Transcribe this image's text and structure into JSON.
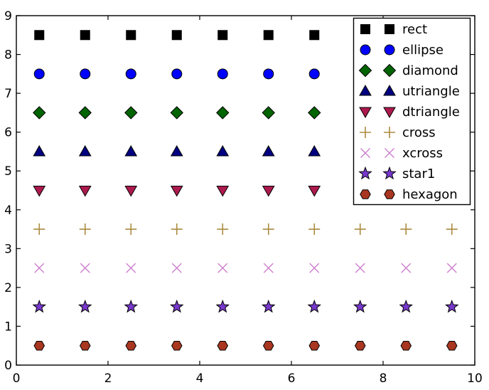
{
  "figure": {
    "background": "#ffffff",
    "frame_color": "#000000"
  },
  "chart_data": {
    "type": "scatter",
    "title": "",
    "xlabel": "",
    "ylabel": "",
    "xlim": [
      0,
      10
    ],
    "ylim": [
      0,
      9
    ],
    "xticks": [
      0,
      2,
      4,
      6,
      8,
      10
    ],
    "yticks": [
      0,
      1,
      2,
      3,
      4,
      5,
      6,
      7,
      8,
      9
    ],
    "grid": false,
    "x": [
      0.5,
      1.5,
      2.5,
      3.5,
      4.5,
      5.5,
      6.5,
      7.5,
      8.5,
      9.5
    ],
    "series": [
      {
        "name": "rect",
        "marker": "square",
        "color": "#000000",
        "edge": "#000000",
        "y": 8.5
      },
      {
        "name": "ellipse",
        "marker": "circle",
        "color": "#0000ff",
        "edge": "#000000",
        "y": 7.5
      },
      {
        "name": "diamond",
        "marker": "diamond",
        "color": "#006400",
        "edge": "#000000",
        "y": 6.5
      },
      {
        "name": "utriangle",
        "marker": "triangle-up",
        "color": "#000080",
        "edge": "#000000",
        "y": 5.5
      },
      {
        "name": "dtriangle",
        "marker": "triangle-down",
        "color": "#ac1a4e",
        "edge": "#000000",
        "y": 4.5
      },
      {
        "name": "cross",
        "marker": "plus",
        "color": "#ab8b3f",
        "edge": "#ab8b3f",
        "y": 3.5
      },
      {
        "name": "xcross",
        "marker": "x",
        "color": "#cc7fcc",
        "edge": "#cc7fcc",
        "y": 2.5
      },
      {
        "name": "star1",
        "marker": "star",
        "color": "#7838cc",
        "edge": "#000000",
        "y": 1.5
      },
      {
        "name": "hexagon",
        "marker": "hexagon",
        "color": "#a93620",
        "edge": "#000000",
        "y": 0.5
      }
    ],
    "legend": {
      "position": "upper right",
      "numpoints": 2,
      "entries": [
        "rect",
        "ellipse",
        "diamond",
        "utriangle",
        "dtriangle",
        "cross",
        "xcross",
        "star1",
        "hexagon"
      ]
    }
  }
}
